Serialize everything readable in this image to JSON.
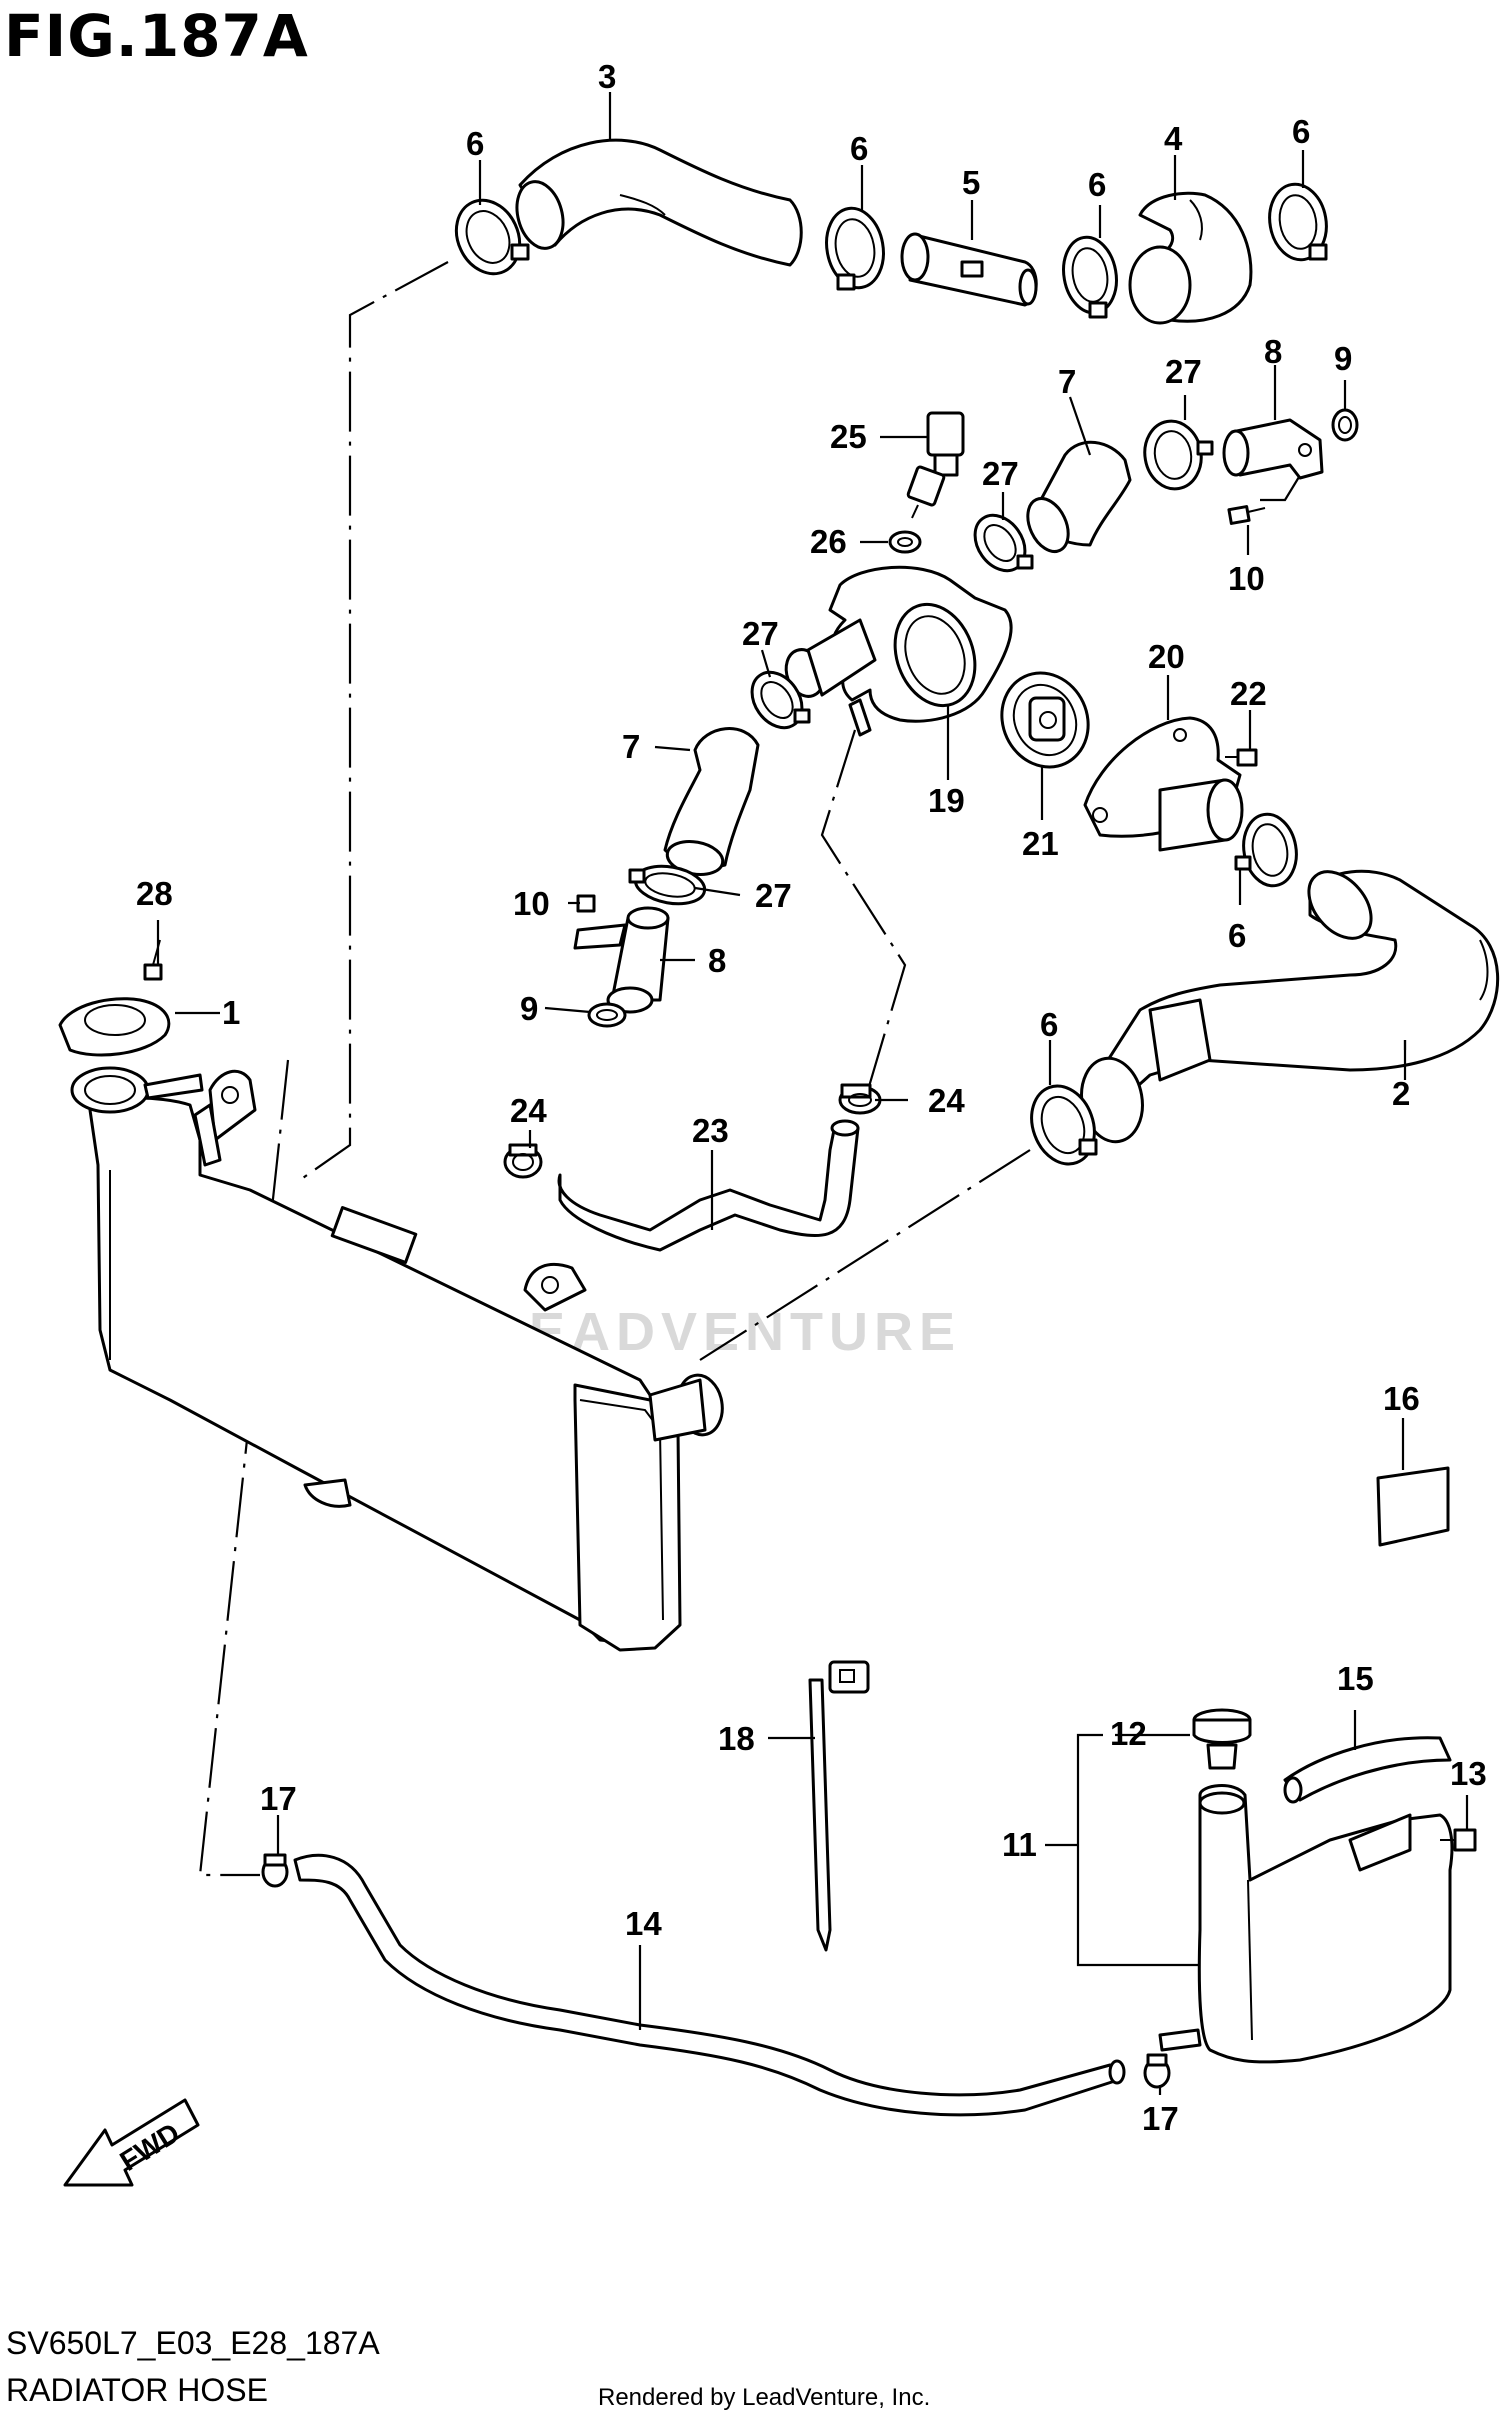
{
  "figure": {
    "title": "FIG.187A",
    "code": "SV650L7_E03_E28_187A",
    "name": "RADIATOR HOSE",
    "credit": "Rendered by LeadVenture, Inc.",
    "watermark": "LEADVENTURE"
  },
  "fwd_label": "FWD",
  "callouts": [
    {
      "id": "c1",
      "label": "1"
    },
    {
      "id": "c2",
      "label": "2"
    },
    {
      "id": "c3",
      "label": "3"
    },
    {
      "id": "c4",
      "label": "4"
    },
    {
      "id": "c5",
      "label": "5"
    },
    {
      "id": "c6a",
      "label": "6"
    },
    {
      "id": "c6b",
      "label": "6"
    },
    {
      "id": "c6c",
      "label": "6"
    },
    {
      "id": "c6d",
      "label": "6"
    },
    {
      "id": "c6e",
      "label": "6"
    },
    {
      "id": "c6f",
      "label": "6"
    },
    {
      "id": "c7a",
      "label": "7"
    },
    {
      "id": "c7b",
      "label": "7"
    },
    {
      "id": "c8a",
      "label": "8"
    },
    {
      "id": "c8b",
      "label": "8"
    },
    {
      "id": "c9a",
      "label": "9"
    },
    {
      "id": "c9b",
      "label": "9"
    },
    {
      "id": "c10a",
      "label": "10"
    },
    {
      "id": "c10b",
      "label": "10"
    },
    {
      "id": "c11",
      "label": "11"
    },
    {
      "id": "c12",
      "label": "12"
    },
    {
      "id": "c13",
      "label": "13"
    },
    {
      "id": "c14",
      "label": "14"
    },
    {
      "id": "c15",
      "label": "15"
    },
    {
      "id": "c16",
      "label": "16"
    },
    {
      "id": "c17a",
      "label": "17"
    },
    {
      "id": "c17b",
      "label": "17"
    },
    {
      "id": "c18",
      "label": "18"
    },
    {
      "id": "c19",
      "label": "19"
    },
    {
      "id": "c20",
      "label": "20"
    },
    {
      "id": "c21",
      "label": "21"
    },
    {
      "id": "c22",
      "label": "22"
    },
    {
      "id": "c23",
      "label": "23"
    },
    {
      "id": "c24a",
      "label": "24"
    },
    {
      "id": "c24b",
      "label": "24"
    },
    {
      "id": "c25",
      "label": "25"
    },
    {
      "id": "c26",
      "label": "26"
    },
    {
      "id": "c27a",
      "label": "27"
    },
    {
      "id": "c27b",
      "label": "27"
    },
    {
      "id": "c27c",
      "label": "27"
    },
    {
      "id": "c27d",
      "label": "27"
    },
    {
      "id": "c28",
      "label": "28"
    }
  ]
}
